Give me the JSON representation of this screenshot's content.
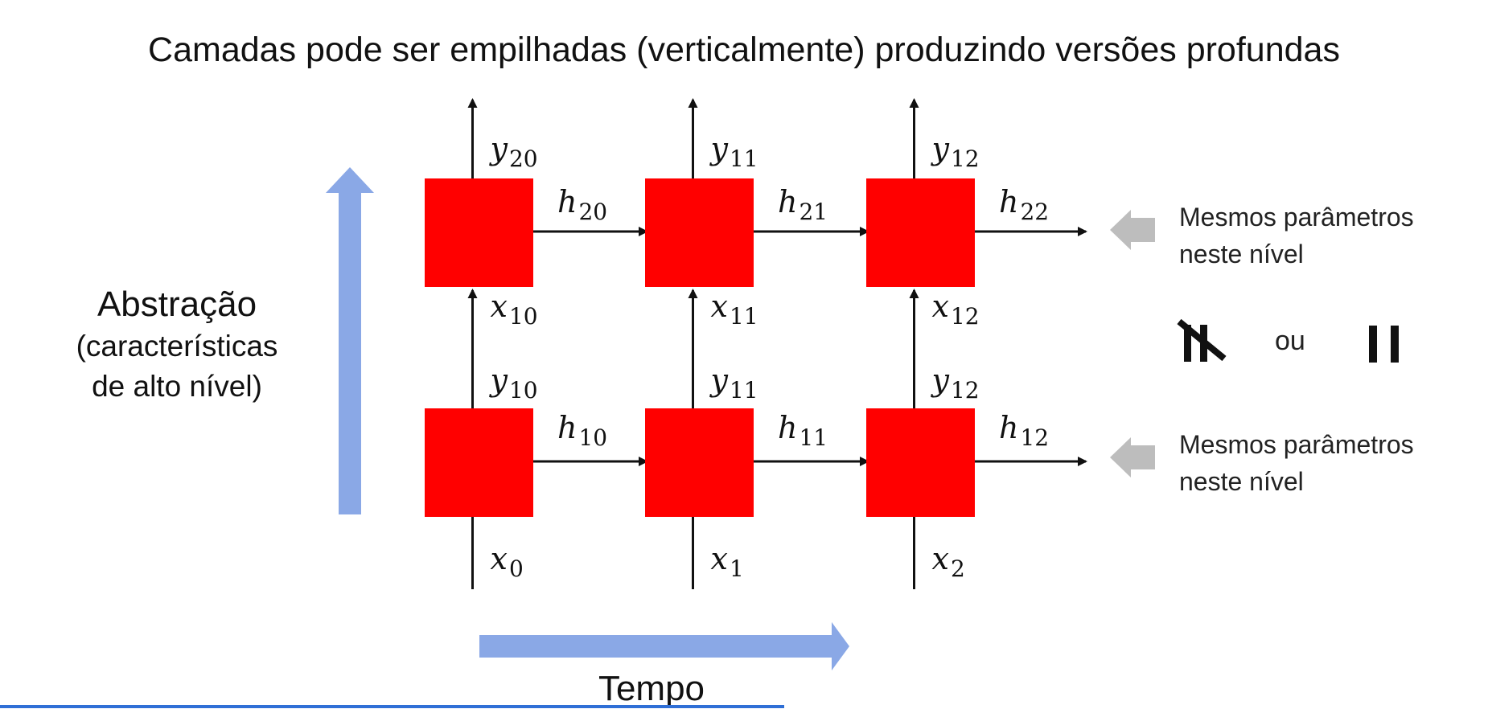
{
  "title": "Camadas pode ser empilhadas (verticalmente) produzindo versões profundas",
  "abstraction": {
    "title": "Abstração",
    "subtitle_line1": "(características",
    "subtitle_line2": "de alto nível)"
  },
  "time_label": "Tempo",
  "parameters_note": {
    "line1": "Mesmos parâmetros",
    "line2": "neste nível"
  },
  "or_label": "ou",
  "symbols": {
    "not_equal_icon": "not-equal-icon",
    "parallel_icon": "parallel-bars-icon"
  },
  "colors": {
    "cell": "#ff0000",
    "axis_arrow": "#8aa8e6",
    "hint_arrow": "#bdbdbd",
    "line": "#111111"
  },
  "cells": {
    "top": [
      {
        "out_var": "y",
        "out_sub": "20",
        "h_var": "h",
        "h_sub": "20"
      },
      {
        "out_var": "y",
        "out_sub": "11",
        "h_var": "h",
        "h_sub": "21"
      },
      {
        "out_var": "y",
        "out_sub": "12",
        "h_var": "h",
        "h_sub": "22"
      }
    ],
    "bottom": [
      {
        "in_var": "x",
        "in_sub": "10",
        "out_var": "y",
        "out_sub": "10",
        "h_var": "h",
        "h_sub": "10"
      },
      {
        "in_var": "x",
        "in_sub": "11",
        "out_var": "y",
        "out_sub": "11",
        "h_var": "h",
        "h_sub": "11"
      },
      {
        "in_var": "x",
        "in_sub": "12",
        "out_var": "y",
        "out_sub": "12",
        "h_var": "h",
        "h_sub": "12"
      }
    ],
    "inputs": [
      {
        "var": "x",
        "sub": "0"
      },
      {
        "var": "x",
        "sub": "1"
      },
      {
        "var": "x",
        "sub": "2"
      }
    ]
  }
}
